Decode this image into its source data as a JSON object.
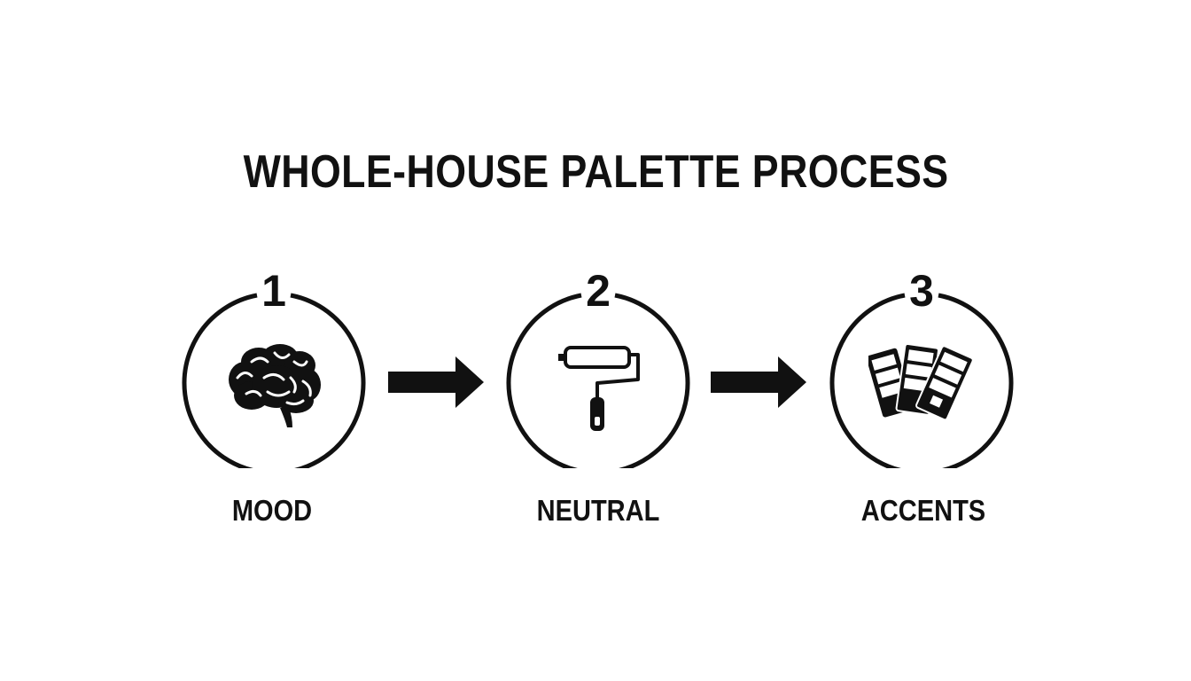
{
  "title": "WHOLE-HOUSE PALETTE PROCESS",
  "steps": [
    {
      "number": "1",
      "label": "MOOD",
      "icon": "brain-icon"
    },
    {
      "number": "2",
      "label": "NEUTRAL",
      "icon": "paint-roller-icon"
    },
    {
      "number": "3",
      "label": "ACCENTS",
      "icon": "color-swatches-icon"
    }
  ],
  "colors": {
    "ink": "#111111",
    "background": "#ffffff"
  }
}
